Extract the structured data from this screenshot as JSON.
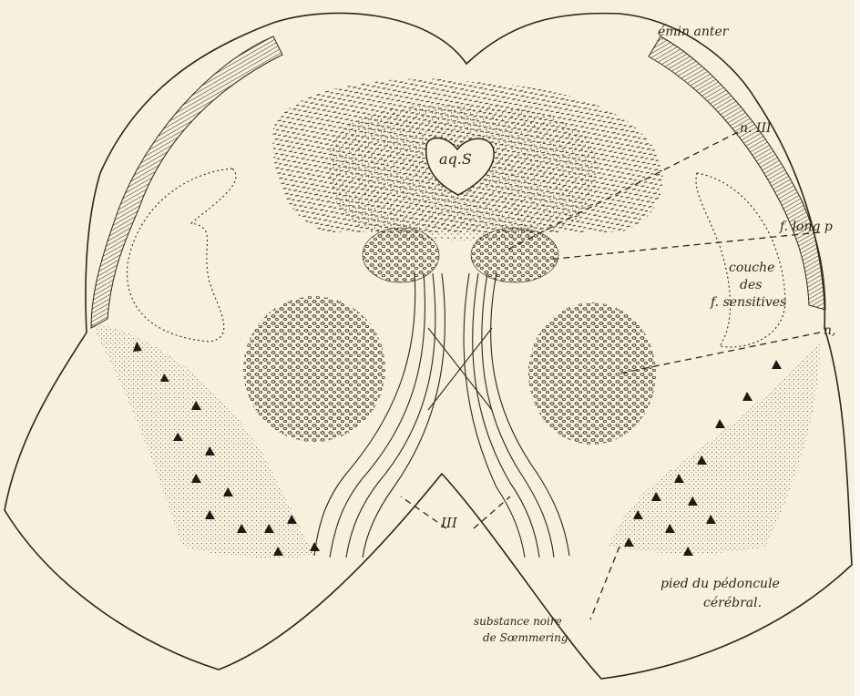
{
  "figure": {
    "background": "#f6f1dc",
    "ink": "#2a2620",
    "labels": {
      "emin_anter": "émin anter",
      "n_III_top": "n. III",
      "aq_S": "aq.S",
      "f_long_p": "f. long p",
      "couche_des_f_sensitives": [
        "couche",
        "des",
        "f. sensitives"
      ],
      "n_right": "n,",
      "III_bottom": "III",
      "pied_du_pedoncule": [
        "pied du pédoncule",
        "cérébral."
      ],
      "substance_noire": [
        "substance noire",
        "de Sœmmering."
      ]
    }
  }
}
